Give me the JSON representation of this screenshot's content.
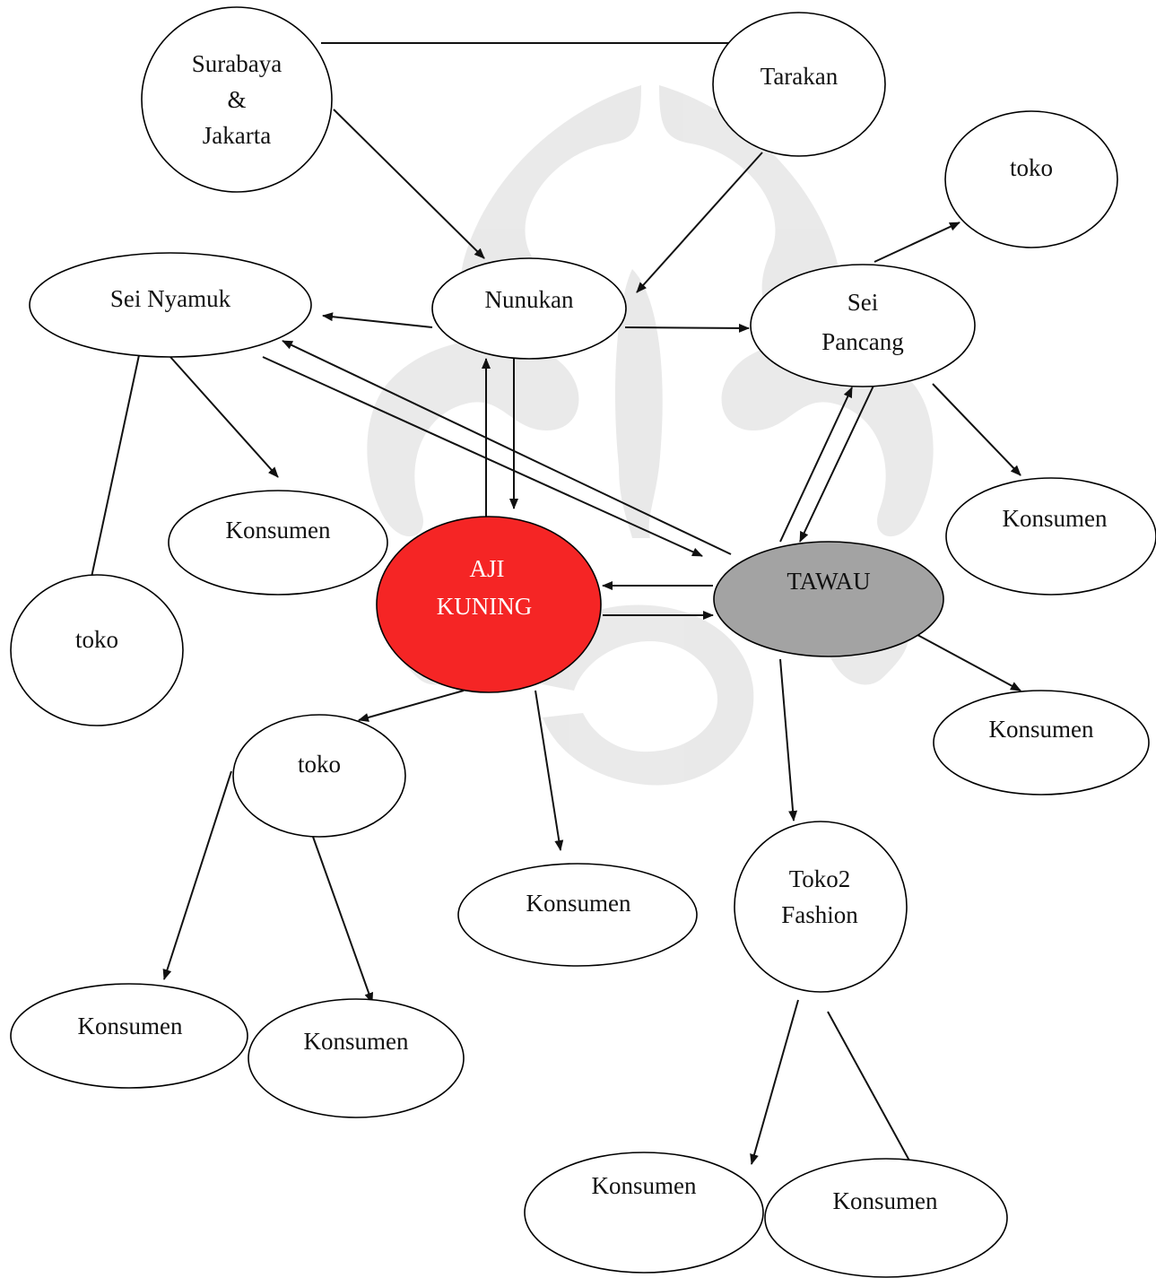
{
  "diagram": {
    "nodes": [
      {
        "id": "surabaya",
        "lines": [
          "Surabaya",
          "&",
          "Jakarta"
        ]
      },
      {
        "id": "tarakan",
        "lines": [
          "Tarakan"
        ]
      },
      {
        "id": "toko-top-right",
        "lines": [
          "toko"
        ]
      },
      {
        "id": "sei-nyamuk",
        "lines": [
          "Sei Nyamuk"
        ]
      },
      {
        "id": "nunukan",
        "lines": [
          "Nunukan"
        ]
      },
      {
        "id": "sei-pancang",
        "lines": [
          "Sei",
          "Pancang"
        ]
      },
      {
        "id": "konsumen-left",
        "lines": [
          "Konsumen"
        ]
      },
      {
        "id": "konsumen-right-upper",
        "lines": [
          "Konsumen"
        ]
      },
      {
        "id": "toko-left",
        "lines": [
          "toko"
        ]
      },
      {
        "id": "aji-kuning",
        "lines": [
          "AJI",
          "KUNING"
        ]
      },
      {
        "id": "tawau",
        "lines": [
          "TAWAU"
        ]
      },
      {
        "id": "konsumen-right-middle",
        "lines": [
          "Konsumen"
        ]
      },
      {
        "id": "toko-center",
        "lines": [
          "toko"
        ]
      },
      {
        "id": "konsumen-center",
        "lines": [
          "Konsumen"
        ]
      },
      {
        "id": "toko2-fashion",
        "lines": [
          "Toko2",
          "Fashion"
        ]
      },
      {
        "id": "konsumen-bottom-left-1",
        "lines": [
          "Konsumen"
        ]
      },
      {
        "id": "konsumen-bottom-left-2",
        "lines": [
          "Konsumen"
        ]
      },
      {
        "id": "konsumen-bottom-right-1",
        "lines": [
          "Konsumen"
        ]
      },
      {
        "id": "konsumen-bottom-right-2",
        "lines": [
          "Konsumen"
        ]
      }
    ],
    "edges": [
      {
        "from": "surabaya",
        "to": "tarakan"
      },
      {
        "from": "surabaya",
        "to": "nunukan"
      },
      {
        "from": "tarakan",
        "to": "nunukan"
      },
      {
        "from": "sei-pancang",
        "to": "toko-top-right"
      },
      {
        "from": "nunukan",
        "to": "sei-nyamuk"
      },
      {
        "from": "nunukan",
        "to": "sei-pancang"
      },
      {
        "from": "nunukan",
        "to": "aji-kuning"
      },
      {
        "from": "aji-kuning",
        "to": "nunukan"
      },
      {
        "from": "sei-nyamuk",
        "to": "toko-left"
      },
      {
        "from": "sei-nyamuk",
        "to": "konsumen-left"
      },
      {
        "from": "sei-nyamuk",
        "to": "tawau"
      },
      {
        "from": "tawau",
        "to": "sei-nyamuk"
      },
      {
        "from": "sei-pancang",
        "to": "konsumen-right-upper"
      },
      {
        "from": "sei-pancang",
        "to": "tawau"
      },
      {
        "from": "tawau",
        "to": "sei-pancang"
      },
      {
        "from": "tawau",
        "to": "aji-kuning"
      },
      {
        "from": "aji-kuning",
        "to": "tawau"
      },
      {
        "from": "tawau",
        "to": "konsumen-right-middle"
      },
      {
        "from": "tawau",
        "to": "toko2-fashion"
      },
      {
        "from": "aji-kuning",
        "to": "toko-center"
      },
      {
        "from": "aji-kuning",
        "to": "konsumen-center"
      },
      {
        "from": "toko-center",
        "to": "konsumen-bottom-left-1"
      },
      {
        "from": "toko-center",
        "to": "konsumen-bottom-left-2"
      },
      {
        "from": "toko2-fashion",
        "to": "konsumen-bottom-right-1"
      },
      {
        "from": "toko2-fashion",
        "to": "konsumen-bottom-right-2"
      }
    ]
  },
  "colors": {
    "aji_kuning_fill": "#f52525",
    "tawau_fill": "#a3a3a3",
    "default_fill": "#ffffff",
    "watermark": "#e6e6e6"
  }
}
